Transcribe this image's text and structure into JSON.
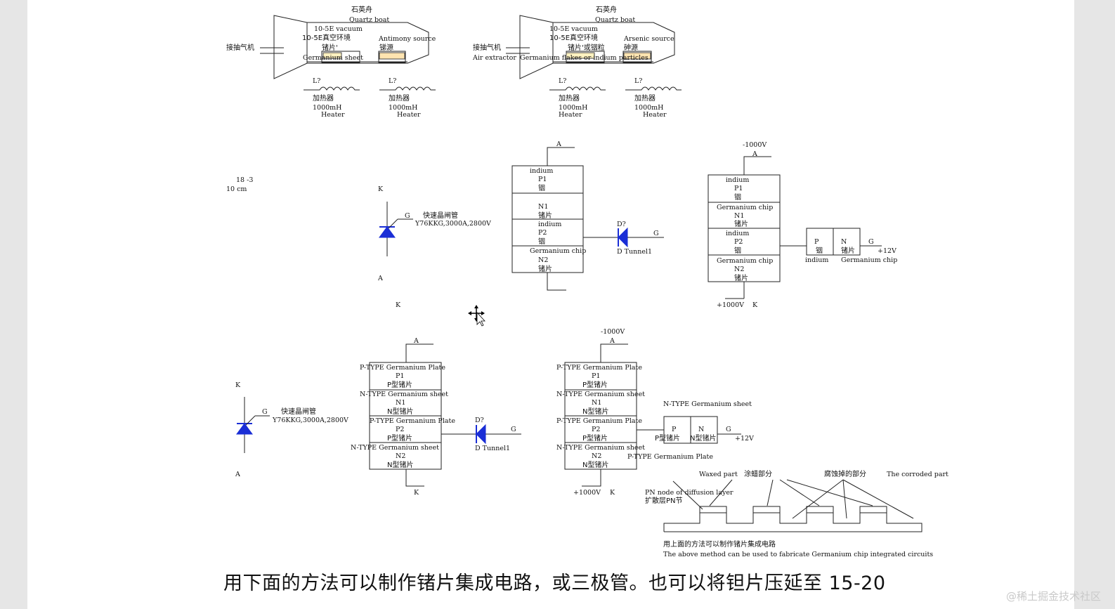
{
  "furnace_left": {
    "quartz_cn": "石英舟",
    "quartz_en": "Quartz boat",
    "vacuum_en": "10-5E vacuum",
    "vacuum_cn": "10-5E真空环境",
    "chip_cn": "锗片'",
    "source_en": "Antimony source",
    "source_cn": "锑源",
    "pump": "接抽气机",
    "chip_en": "Germanium sheet"
  },
  "furnace_right": {
    "quartz_cn": "石英舟",
    "quartz_en": "Quartz boat",
    "vacuum_en": "10-5E vacuum",
    "vacuum_cn": "10-5E真空环境",
    "chip_cn": "锗片'或铟粒",
    "source_en": "Arsenic source",
    "source_cn": "砷源",
    "pump": "接抽气机",
    "pump_en": "Air extractor",
    "chip_en": "Germanium flakes or indium particles"
  },
  "heater": {
    "ref": "L?",
    "cn": "加热器",
    "value": "1000mH",
    "en": "Heater"
  },
  "notation": {
    "exp": "18    -3",
    "base": "10    cm"
  },
  "thyristor": {
    "k": "K",
    "a": "A",
    "g": "G",
    "name_cn": "快速晶闸管",
    "model": "Y76KKG,3000A,2800V",
    "k2": "K"
  },
  "stack1": {
    "a": "A",
    "layers": [
      [
        "indium",
        "P1",
        "铟"
      ],
      [
        "",
        "N1",
        "锗片"
      ],
      [
        "indium",
        "P2",
        "铟"
      ],
      [
        "Germanium chip",
        "N2",
        "锗片"
      ]
    ],
    "diode_ref": "D?",
    "diode_name": "D Tunnel1",
    "g": "G"
  },
  "stack2": {
    "v_top": "-1000V",
    "a": "A",
    "layers": [
      [
        "indium",
        "P1",
        "铟"
      ],
      [
        "Germanium chip",
        "N1",
        "锗片"
      ],
      [
        "indium",
        "P2",
        "铟"
      ],
      [
        "Germanium chip",
        "N2",
        "锗片"
      ]
    ],
    "v_bottom": "+1000V",
    "k": "K",
    "side_p": "P",
    "side_p_cn": "铟",
    "side_n": "N",
    "side_n_cn": "锗片",
    "g": "G",
    "plus12": "+12V",
    "indium": "indium",
    "chip": "Germanium chip"
  },
  "thyristor2": {
    "k": "K",
    "a": "A",
    "g": "G",
    "name_cn": "快速晶闸管",
    "model": "Y76KKG,3000A,2800V"
  },
  "stack3": {
    "a": "A",
    "k": "K",
    "layers": [
      [
        "P-TYPE Germanium Plate",
        "P1",
        "P型锗片"
      ],
      [
        "N-TYPE Germanium sheet",
        "N1",
        "N型锗片"
      ],
      [
        "P-TYPE Germanium Plate",
        "P2",
        "P型锗片"
      ],
      [
        "N-TYPE Germanium sheet",
        "N2",
        "N型锗片"
      ]
    ],
    "diode_ref": "D?",
    "diode_name": "D Tunnel1",
    "g": "G"
  },
  "stack4": {
    "v_top": "-1000V",
    "a": "A",
    "v_bottom": "+1000V",
    "k": "K",
    "layers": [
      [
        "P-TYPE Germanium Plate",
        "P1",
        "P型锗片"
      ],
      [
        "N-TYPE Germanium sheet",
        "N1",
        "N型锗片"
      ],
      [
        "P-TYPE Germanium Plate",
        "P2",
        "P型锗片"
      ],
      [
        "N-TYPE Germanium sheet",
        "N2",
        "N型锗片"
      ]
    ],
    "side_title": "N-TYPE Germanium sheet",
    "side_p": "P",
    "side_p_cn": "P型锗片",
    "side_n": "N",
    "side_n_cn": "N型锗片",
    "g": "G",
    "plus12": "+12V",
    "side_bottom": "P-TYPE Germanium Plate"
  },
  "etch": {
    "waxed_en": "Waxed part",
    "waxed_cn": "涂蜡部分",
    "corroded_cn": "腐蚀掉的部分",
    "corroded_en": "The corroded part",
    "pn_en": "PN node of diffusion layer",
    "pn_cn": "扩散层PN节",
    "caption_cn": "用上面的方法可以制作锗片集成电路",
    "caption_en": "The above method can be used to fabricate Germanium chip integrated circuits"
  },
  "bottom_text": "用下面的方法可以制作锗片集成电路，或三极管。也可以将钽片压延至 15-20",
  "watermark": "@稀土掘金技术社区"
}
